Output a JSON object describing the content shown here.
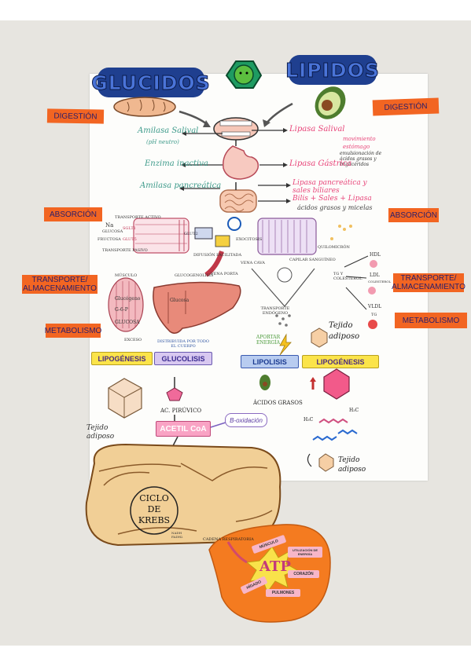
{
  "headers": {
    "left": "GLUCIDOS",
    "right": "LIPIDOS"
  },
  "left_tags": {
    "digestion": "DIGESTIÓN",
    "absorcion": "ABSORCIÓN",
    "transporte": "TRANSPORTE/ ALMACENAMIENTO",
    "metabolismo": "METABOLISMO"
  },
  "right_tags": {
    "digestion": "DIGESTIÓN",
    "absorcion": "ABSORCIÓN",
    "transporte": "TRANSPORTE/ ALMACENAMIENTO",
    "metabolismo": "METABOLISMO"
  },
  "glucidos_enzymes": {
    "amilasa_salival": "Amilasa Salival",
    "ph_neutro": "(pH neutro)",
    "enzima_inactiva": "Enzima inactiva",
    "amilasa_pancreatica": "Amilasa pancreática"
  },
  "lipidos_enzymes": {
    "lipasa_salival": "Lipasa Salival",
    "lipasa_gastrica": "Lipasa Gástrica",
    "lipasa_pancreatica": "Lipasa pancreática y sales biliares",
    "bilis": "Bilis + Sales + Lipasa",
    "acidos_micelas": "ácidos grasos y micelas",
    "movimiento": "movimiento estómago",
    "emulsionacion": "emulsionación de ácidos grasos y triglicéridos"
  },
  "absorcion_labels": {
    "transporte_activo": "TRANSPORTE ACTIVO",
    "na": "Na",
    "glucosa": "GLUCOSA",
    "fructosa": "FRUCTOSA",
    "transporte_pasivo": "TRANSPORTE PASIVO",
    "glut2": "GLUT2",
    "glut5": "GLUT5",
    "sglt1": "SGLT1",
    "exocitosis": "EXOCITOSIS",
    "difusion": "DIFUSIÓN FACILITADA",
    "vena_porta": "VENA PORTA",
    "vena_cava": "VENA CAVA",
    "capilar": "CAPILAR SANGUÍNEO",
    "quilomicron": "QUILOMICRÓN"
  },
  "transporte_labels": {
    "musculo": "MÚSCULO",
    "glucogeno": "Glucógeno",
    "g6p": "G-6-P",
    "glucosa": "GLUCOSA",
    "exceso": "EXCESO",
    "glucogenolisis": "GLUCOGENOLISIS",
    "glucosa_higado": "Glucosa",
    "distribuida": "DISTRIBUIDA POR TODO EL CUERPO",
    "tg_colesterol": "TG Y COLESTEROL",
    "hdl": "HDL",
    "ldl": "LDL",
    "vldl": "VLDL",
    "tg": "TG",
    "colesterol": "COLESTEROL",
    "transporte_endogeno": "TRANSPORTE ENDÓGENO",
    "aportar_energia": "APORTAR ENERGÍA"
  },
  "metabolismo_labels": {
    "lipogenesis_left": "LIPOGÉNESIS",
    "glucolisis": "GLUCOLISIS",
    "lipolisis": "LIPOLISIS",
    "lipogenesis_right": "LIPOGÉNESIS",
    "tejido_adiposo_left": "Tejido adiposo",
    "tejido_adiposo_right_top": "Tejido adiposo",
    "tejido_adiposo_right_bottom": "Tejido adiposo",
    "ac_piruvico": "AC. PIRÚVICO",
    "acetil_coa": "ACETIL CoA",
    "b_oxidacion": "B-oxidación",
    "acidos_grasos": "ÁCIDOS GRASOS",
    "h3c": "H₃C"
  },
  "krebs": {
    "title": "CICLO DE KREBS",
    "cadena": "CADENA RESPIRATORIA",
    "nadh": "NADH FADH2"
  },
  "atp": {
    "title": "ATP",
    "musculo": "MÚSCULO",
    "utilizacion": "UTILIZACIÓN DE ENERGÍA",
    "corazon": "CORAZÓN",
    "pulmones": "PULMONES",
    "higado": "HÍGADO"
  },
  "colors": {
    "header_bg": "#1f3f8f",
    "tag_orange": "#f26522",
    "glucidos_text": "#3d9a8a",
    "lipidos_text": "#e8467a",
    "atp_orange": "#f47b20",
    "krebs_fill": "#f1cf96"
  }
}
